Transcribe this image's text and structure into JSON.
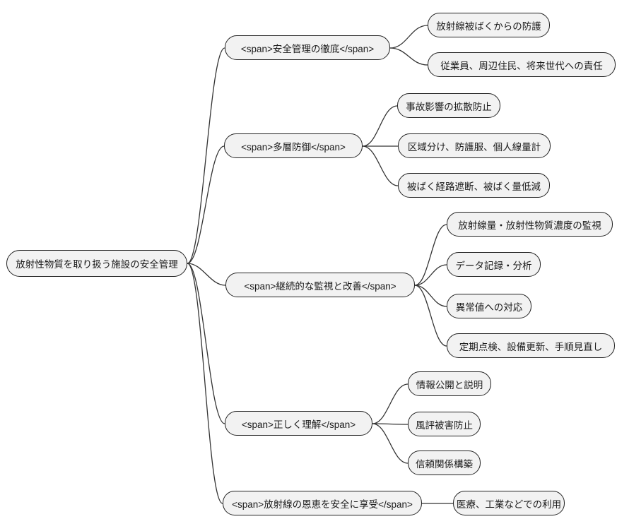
{
  "diagram": {
    "type": "mindmap",
    "root": {
      "label": "放射性物質を取り扱う施設の安全管理"
    },
    "branches": [
      {
        "label": "<span>安全管理の徹底</span>",
        "children": [
          "放射線被ばくからの防護",
          "従業員、周辺住民、将来世代への責任"
        ]
      },
      {
        "label": "<span>多層防御</span>",
        "children": [
          "事故影響の拡散防止",
          "区域分け、防護服、個人線量計",
          "被ばく経路遮断、被ばく量低減"
        ]
      },
      {
        "label": "<span>継続的な監視と改善</span>",
        "children": [
          "放射線量・放射性物質濃度の監視",
          "データ記録・分析",
          "異常値への対応",
          "定期点検、設備更新、手順見直し"
        ]
      },
      {
        "label": "<span>正しく理解</span>",
        "children": [
          "情報公開と説明",
          "風評被害防止",
          "信頼関係構築"
        ]
      },
      {
        "label": "<span>放射線の恩恵を安全に享受</span>",
        "children": [
          "医療、工業などでの利用"
        ]
      }
    ],
    "colors": {
      "node_fill": "#f2f2f2",
      "node_border": "#222222",
      "edge": "#333333",
      "background": "#ffffff",
      "text": "#1a1a1a"
    }
  }
}
